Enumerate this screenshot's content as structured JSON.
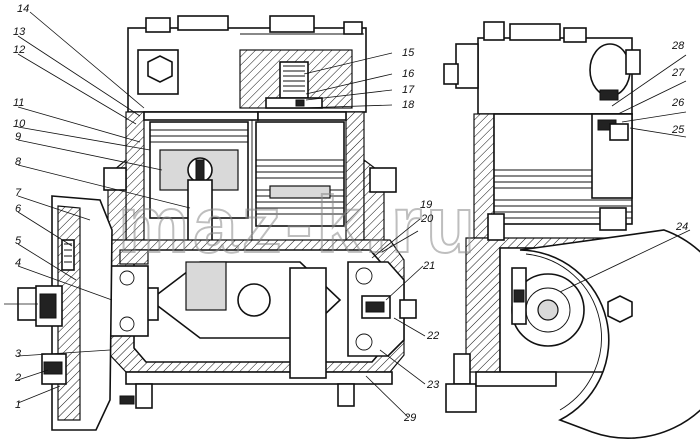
{
  "watermark": "maz-k.ru",
  "callouts": {
    "c1": "1",
    "c2": "2",
    "c3": "3",
    "c4": "4",
    "c5": "5",
    "c6": "6",
    "c7": "7",
    "c8": "8",
    "c9": "9",
    "c10": "10",
    "c11": "11",
    "c12": "12",
    "c13": "13",
    "c14": "14",
    "c15": "15",
    "c16": "16",
    "c17": "17",
    "c18": "18",
    "c19": "19",
    "c20": "20",
    "c21": "21",
    "c22": "22",
    "c23": "23",
    "c24": "24",
    "c25": "25",
    "c26": "26",
    "c27": "27",
    "c28": "28",
    "c29": "29"
  }
}
